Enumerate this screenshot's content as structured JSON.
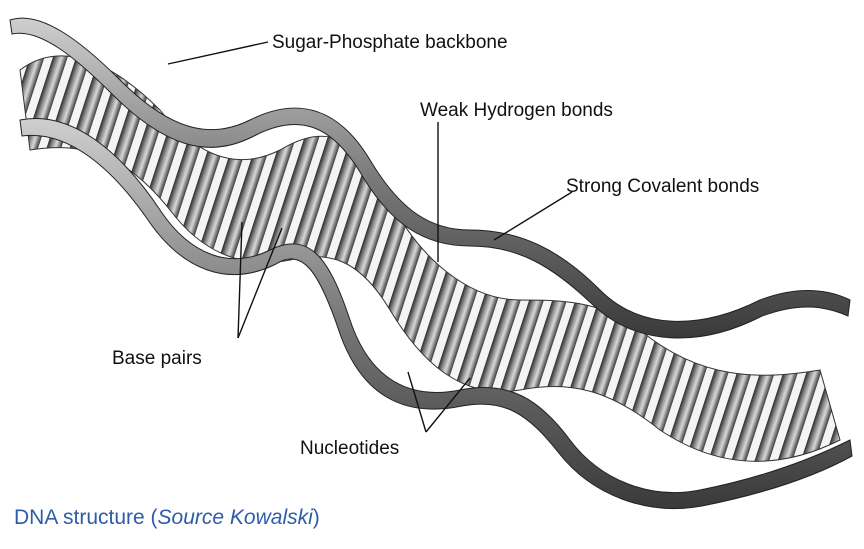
{
  "labels": {
    "sugar_phosphate_backbone": "Sugar-Phosphate backbone",
    "weak_hydrogen_bonds": "Weak Hydrogen bonds",
    "strong_covalent_bonds": "Strong Covalent bonds",
    "base_pairs": "Base pairs",
    "nucleotides": "Nucleotides"
  },
  "caption": {
    "prefix": "DNA structure (",
    "source": "Source Kowalski",
    "suffix": ")"
  }
}
